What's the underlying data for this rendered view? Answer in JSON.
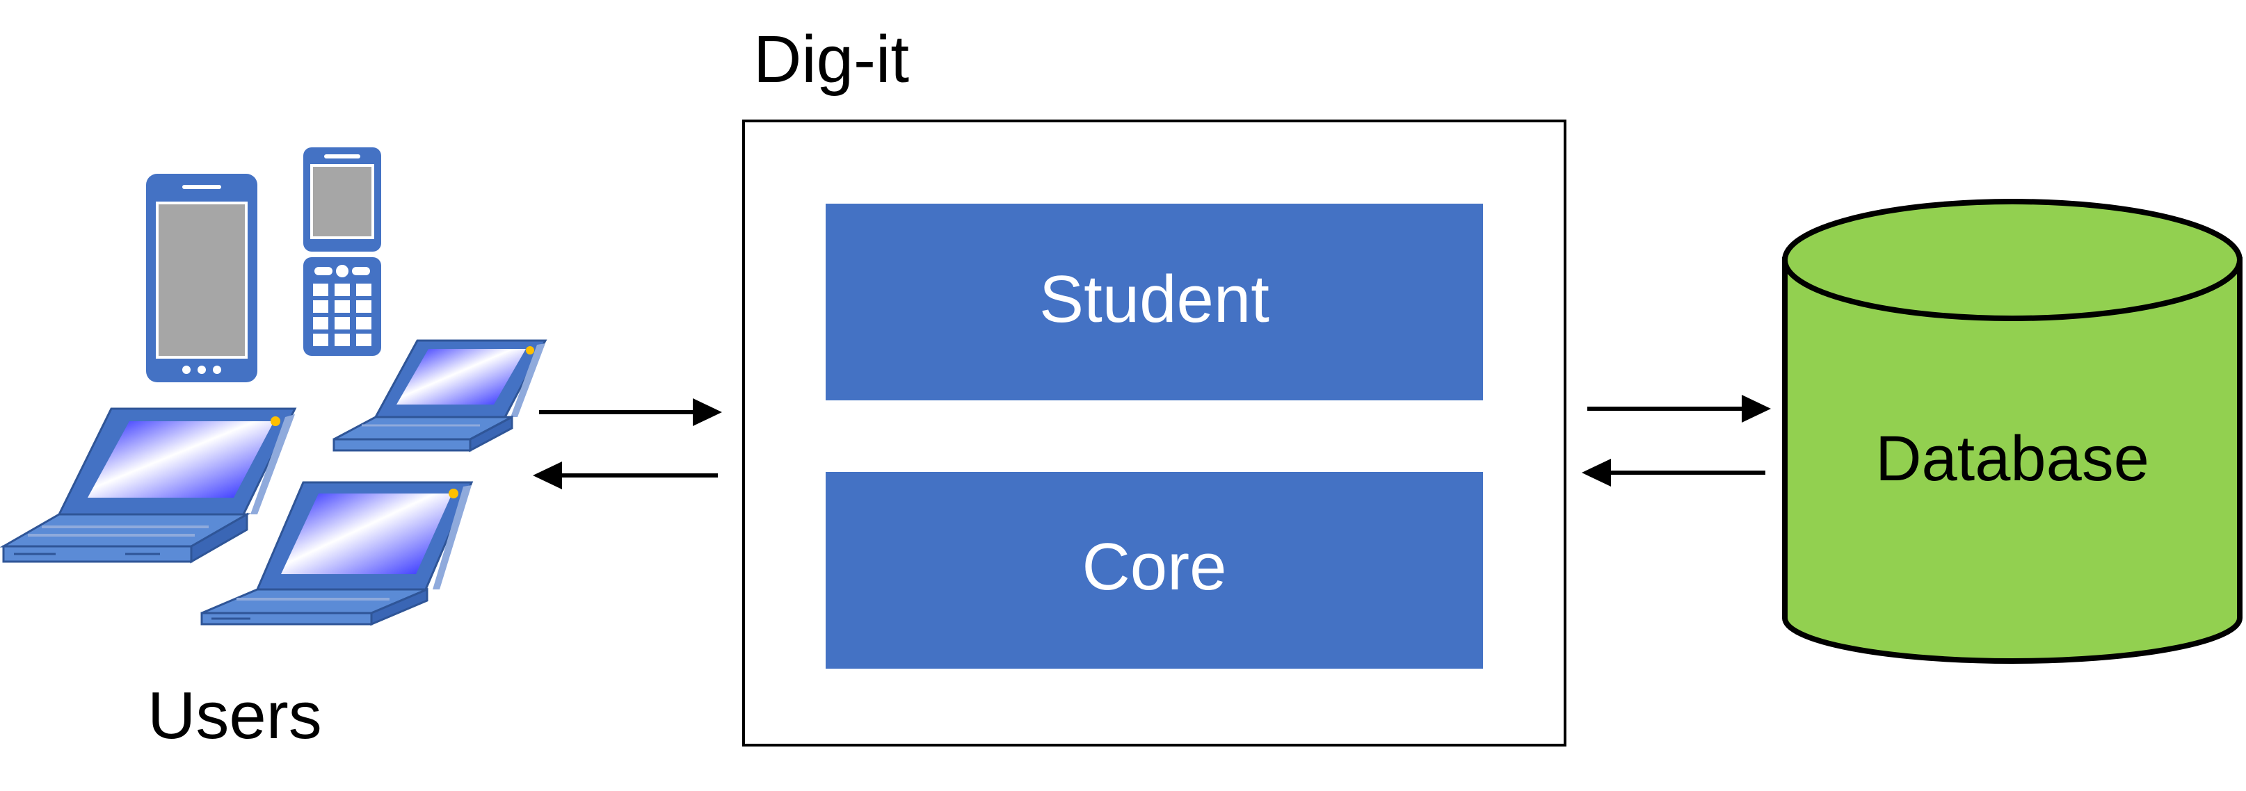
{
  "labels": {
    "system_title": "Dig-it",
    "users": "Users",
    "student_module": "Student",
    "core_module": "Core",
    "database": "Database"
  },
  "icons": {
    "devices": [
      "smartphone-icon",
      "flip-phone-icon",
      "laptop-icon",
      "laptop-icon",
      "laptop-icon"
    ]
  },
  "colors": {
    "module_fill": "#4472C4",
    "module_text": "#ffffff",
    "database_fill": "#92D050",
    "device_blue": "#4472C4",
    "screen_gray": "#A6A6A6",
    "outline": "#000000"
  }
}
